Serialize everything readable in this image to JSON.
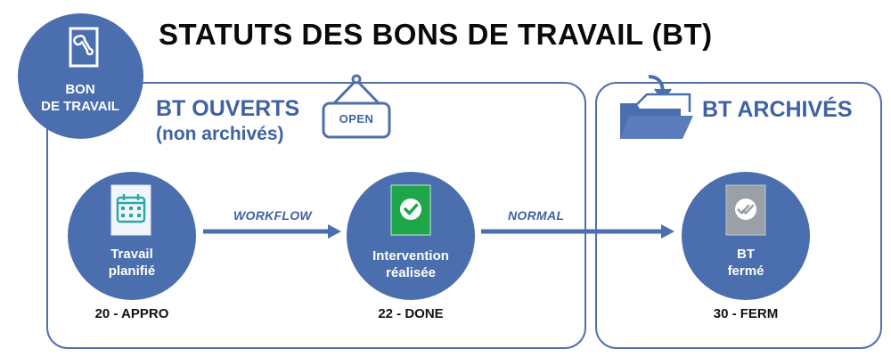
{
  "title": "STATUTS DES BONS DE TRAVAIL (BT)",
  "badge": {
    "line1": "BON",
    "line2": "DE TRAVAIL",
    "icon": "wrench-document-icon"
  },
  "open_panel": {
    "title": "BT OUVERTS",
    "subtitle": "(non archivés)",
    "sign_text": "OPEN"
  },
  "archive_panel": {
    "title": "BT ARCHIVÉS",
    "icon": "folder-archive-icon"
  },
  "statuses": [
    {
      "line1": "Travail",
      "line2": "planifié",
      "code": "20 - APPRO",
      "icon": "calendar-icon"
    },
    {
      "line1": "Intervention",
      "line2": "réalisée",
      "code": "22 - DONE",
      "icon": "checkmark-icon"
    },
    {
      "line1": "BT",
      "line2": "fermé",
      "code": "30 - FERM",
      "icon": "double-check-icon"
    }
  ],
  "transitions": [
    {
      "label": "WORKFLOW"
    },
    {
      "label": "NORMAL"
    }
  ],
  "colors": {
    "primary": "#4a6eae",
    "border": "#4f6fab",
    "green": "#1fa64a",
    "grey": "#9aa0a8"
  }
}
